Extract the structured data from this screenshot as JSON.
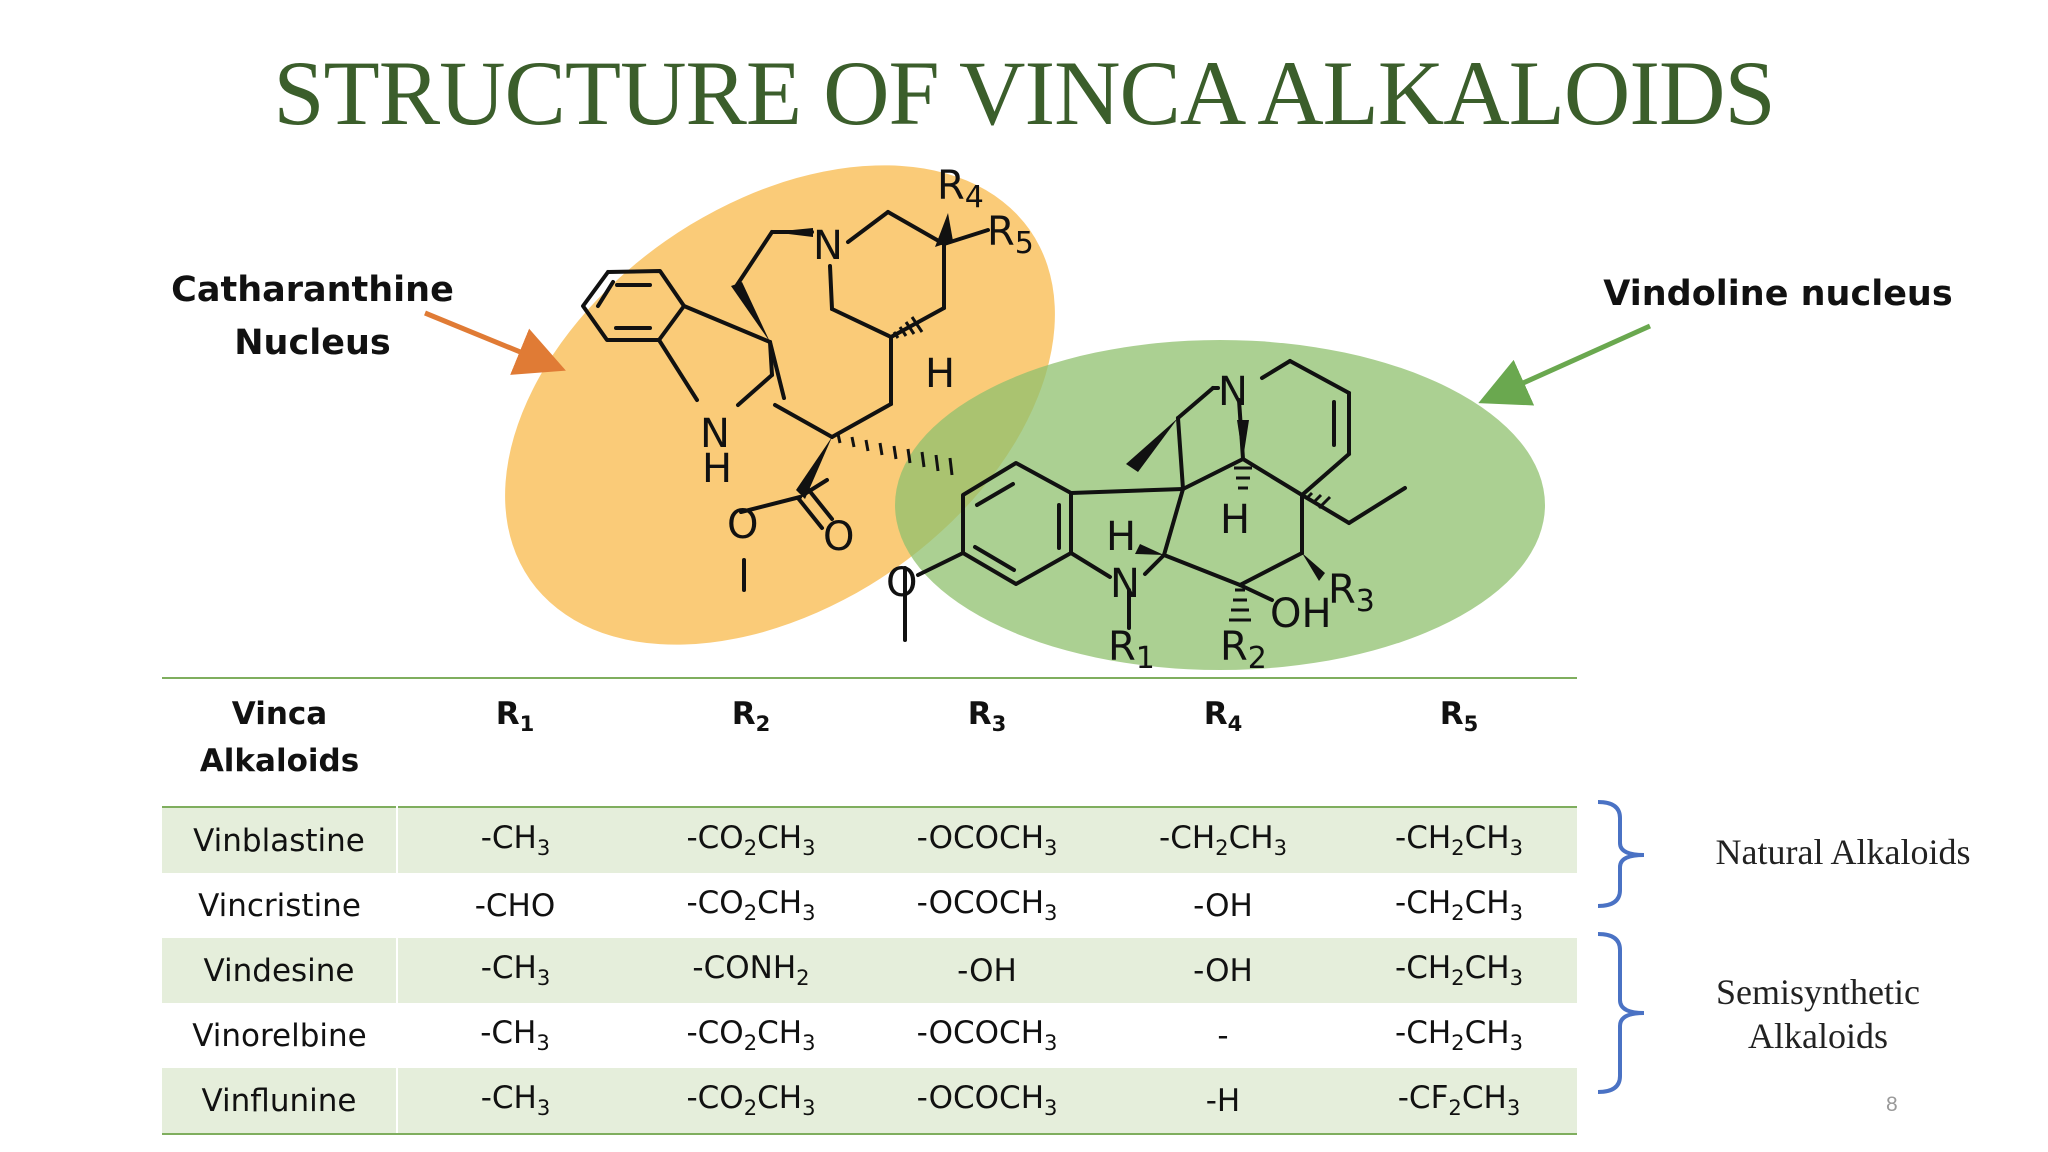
{
  "title": "STRUCTURE OF VINCA ALKALOIDS",
  "callouts": {
    "catharanthine_line1": "Catharanthine",
    "catharanthine_line2": "Nucleus",
    "vindoline": "Vindoline nucleus"
  },
  "colors": {
    "title": "#3b5e2b",
    "catharanthine_fill": "#f9c05a",
    "vindoline_fill": "#8fc06e",
    "catharanthine_arrow": "#e07b35",
    "vindoline_arrow": "#6aa84f",
    "bracket": "#4a72c4",
    "table_rule": "#7fae5e",
    "row_shade": "#e5eedb"
  },
  "structure_labels": {
    "N_pip": "N",
    "R4": "R4",
    "R5": "R5",
    "H_pip": "H",
    "NH_N": "N",
    "NH_H": "H",
    "ester_O1": "O",
    "ester_O2": "O",
    "methoxy_O": "O",
    "H_left": "H",
    "N_indoline": "N",
    "R1": "R1",
    "N_top": "N",
    "H_mid": "H",
    "OH": "OH",
    "R2": "R2",
    "R3": "R3"
  },
  "table": {
    "header": {
      "col0_line1": "Vinca",
      "col0_line2": "Alkaloids",
      "r1": "R1",
      "r2": "R2",
      "r3": "R3",
      "r4": "R4",
      "r5": "R5"
    },
    "rows": [
      {
        "name": "Vinblastine",
        "r1": "-CH3",
        "r2": "-CO2CH3",
        "r3": "-OCOCH3",
        "r4": "-CH2CH3",
        "r5": "-CH2CH3"
      },
      {
        "name": "Vincristine",
        "r1": "-CHO",
        "r2": "-CO2CH3",
        "r3": "-OCOCH3",
        "r4": "-OH",
        "r5": "-CH2CH3"
      },
      {
        "name": "Vindesine",
        "r1": "-CH3",
        "r2": "-CONH2",
        "r3": "-OH",
        "r4": "-OH",
        "r5": "-CH2CH3"
      },
      {
        "name": "Vinorelbine",
        "r1": "-CH3",
        "r2": "-CO2CH3",
        "r3": "-OCOCH3",
        "r4": "-",
        "r5": "-CH2CH3"
      },
      {
        "name": "Vinflunine",
        "r1": "-CH3",
        "r2": "-CO2CH3",
        "r3": "-OCOCH3",
        "r4": "-H",
        "r5": "-CF2CH3"
      }
    ]
  },
  "groups": {
    "natural": "Natural Alkaloids",
    "semisynthetic_line1": "Semisynthetic",
    "semisynthetic_line2": "Alkaloids"
  },
  "page_number": "8"
}
